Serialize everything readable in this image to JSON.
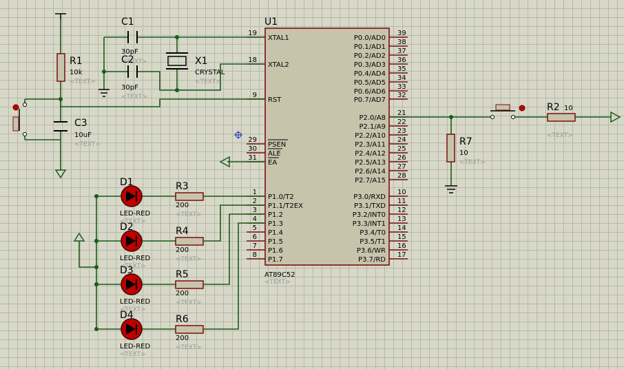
{
  "u1": {
    "ref": "U1",
    "part": "AT89C52",
    "text": "<TEXT>",
    "left_pins": [
      {
        "num": "19",
        "name": "XTAL1"
      },
      {
        "num": "18",
        "name": "XTAL2"
      },
      {
        "num": "9",
        "name": "RST"
      },
      {
        "num": "29",
        "name": "PSEN"
      },
      {
        "num": "30",
        "name": "ALE"
      },
      {
        "num": "31",
        "name": "EA"
      },
      {
        "num": "1",
        "name": "P1.0/T2"
      },
      {
        "num": "2",
        "name": "P1.1/T2EX"
      },
      {
        "num": "3",
        "name": "P1.2"
      },
      {
        "num": "4",
        "name": "P1.3"
      },
      {
        "num": "5",
        "name": "P1.4"
      },
      {
        "num": "6",
        "name": "P1.5"
      },
      {
        "num": "7",
        "name": "P1.6"
      },
      {
        "num": "8",
        "name": "P1.7"
      }
    ],
    "right_pins": [
      {
        "num": "39",
        "name": "P0.0/AD0"
      },
      {
        "num": "38",
        "name": "P0.1/AD1"
      },
      {
        "num": "37",
        "name": "P0.2/AD2"
      },
      {
        "num": "36",
        "name": "P0.3/AD3"
      },
      {
        "num": "35",
        "name": "P0.4/AD4"
      },
      {
        "num": "34",
        "name": "P0.5/AD5"
      },
      {
        "num": "33",
        "name": "P0.6/AD6"
      },
      {
        "num": "32",
        "name": "P0.7/AD7"
      },
      {
        "num": "21",
        "name": "P2.0/A8"
      },
      {
        "num": "22",
        "name": "P2.1/A9"
      },
      {
        "num": "23",
        "name": "P2.2/A10"
      },
      {
        "num": "24",
        "name": "P2.3/A11"
      },
      {
        "num": "25",
        "name": "P2.4/A12"
      },
      {
        "num": "26",
        "name": "P2.5/A13"
      },
      {
        "num": "27",
        "name": "P2.6/A14"
      },
      {
        "num": "28",
        "name": "P2.7/A15"
      },
      {
        "num": "10",
        "name": "P3.0/RXD"
      },
      {
        "num": "11",
        "name": "P3.1/TXD"
      },
      {
        "num": "12",
        "name": "P3.2/INT0"
      },
      {
        "num": "13",
        "name": "P3.3/INT1"
      },
      {
        "num": "14",
        "name": "P3.4/T0"
      },
      {
        "num": "15",
        "name": "P3.5/T1"
      },
      {
        "num": "16",
        "name": "P3.6/WR"
      },
      {
        "num": "17",
        "name": "P3.7/RD"
      }
    ]
  },
  "components": {
    "c1": {
      "ref": "C1",
      "value": "30pF",
      "text": "<TEXT>"
    },
    "c2": {
      "ref": "C2",
      "value": "30pF",
      "text": "<TEXT>"
    },
    "x1": {
      "ref": "X1",
      "value": "CRYSTAL",
      "text": "<TEXT>"
    },
    "r1": {
      "ref": "R1",
      "value": "10k",
      "text": "<TEXT>"
    },
    "c3": {
      "ref": "C3",
      "value": "10uF",
      "text": "<TEXT>"
    },
    "r2": {
      "ref": "R2",
      "value": "10",
      "text": "<TEXT>"
    },
    "r7": {
      "ref": "R7",
      "value": "10",
      "text": "<TEXT>"
    },
    "d1": {
      "ref": "D1",
      "value": "LED-RED",
      "text": "<TEXT>"
    },
    "d2": {
      "ref": "D2",
      "value": "LED-RED",
      "text": "<TEXT>"
    },
    "d3": {
      "ref": "D3",
      "value": "LED-RED",
      "text": "<TEXT>"
    },
    "d4": {
      "ref": "D4",
      "value": "LED-RED",
      "text": "<TEXT>"
    },
    "r3": {
      "ref": "R3",
      "value": "200",
      "text": "<TEXT>"
    },
    "r4": {
      "ref": "R4",
      "value": "200",
      "text": "<TEXT>"
    },
    "r5": {
      "ref": "R5",
      "value": "200",
      "text": "<TEXT>"
    },
    "r6": {
      "ref": "R6",
      "value": "200",
      "text": "<TEXT>"
    }
  },
  "colors": {
    "grid": "#b6b8a8",
    "background": "#d7d8c8",
    "chip_fill": "#c8c4ac",
    "chip_border": "#7a0e0e",
    "wire": "#1a5c1a",
    "led": "#c00000"
  }
}
